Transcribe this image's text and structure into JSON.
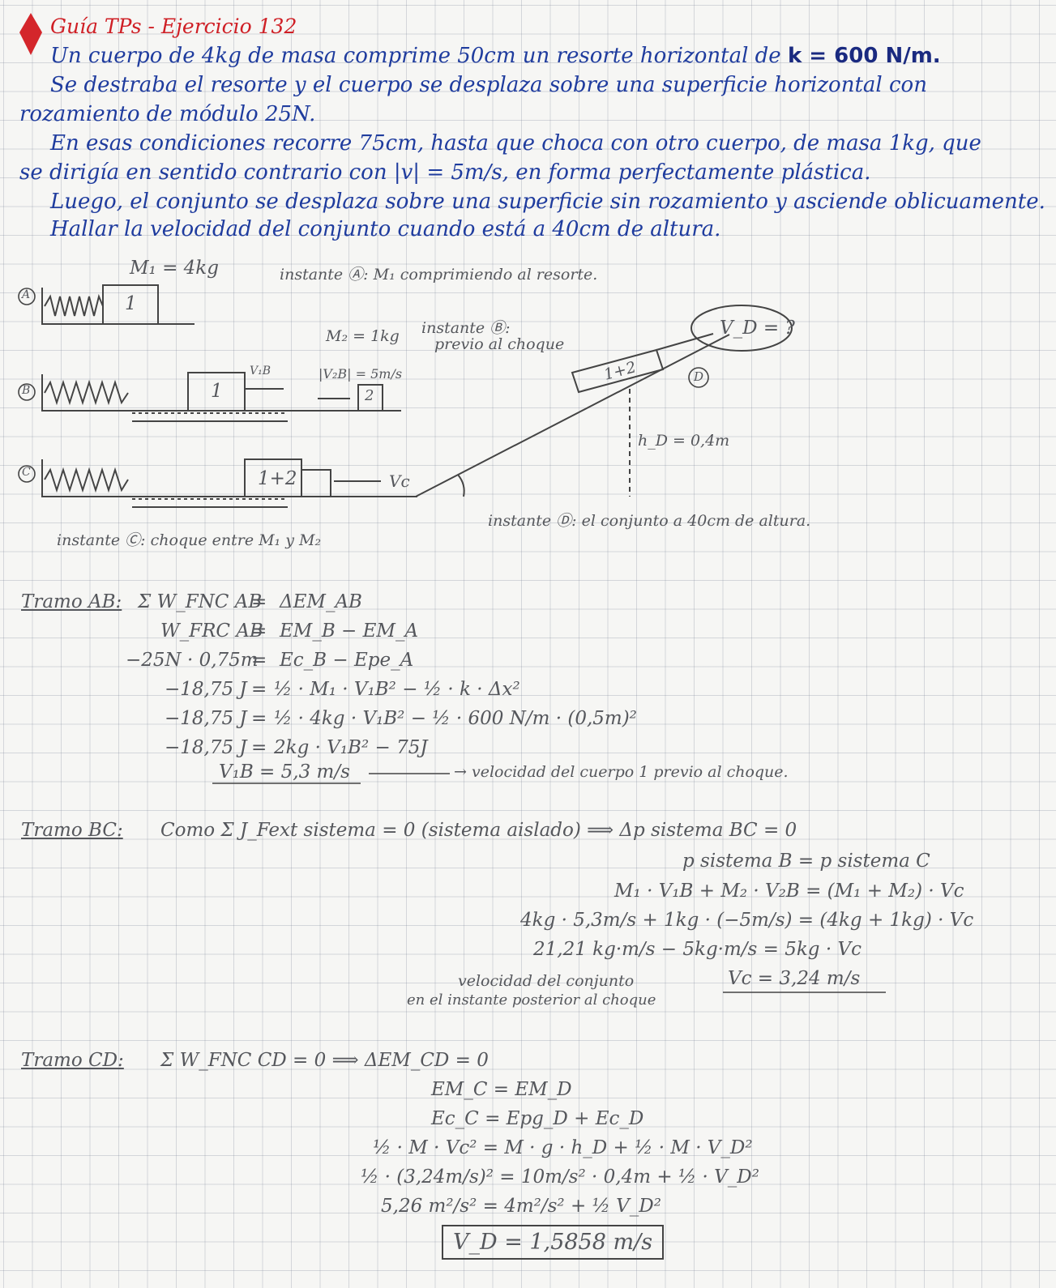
{
  "header": {
    "title": "Guía TPs - Ejercicio 132"
  },
  "enunciado": {
    "l1_a": "Un cuerpo de 4kg de masa comprime 50cm un resorte horizontal de ",
    "l1_b": "k = 600 N/m.",
    "l2": "Se destraba el resorte y el cuerpo se desplaza sobre una superficie horizontal con",
    "l3": "rozamiento de módulo 25N.",
    "l4": "En esas condiciones recorre 75cm, hasta que choca con otro cuerpo, de masa 1kg, que",
    "l5": "se dirigía en sentido contrario con |v| = 5m/s, en forma perfectamente plástica.",
    "l6": "Luego, el conjunto se desplaza sobre una superficie sin rozamiento y asciende oblicuamente.",
    "l7": "Hallar la velocidad del conjunto cuando está a 40cm de altura."
  },
  "diagram": {
    "m1": "M₁ = 4kg",
    "instA": "instante Ⓐ: M₁ comprimiendo al resorte.",
    "labelA": "A",
    "labelB": "B",
    "labelC": "C",
    "labelD": "D",
    "box1": "1",
    "box2": "2",
    "box12": "1+2",
    "m2": "M₂ = 1kg",
    "instB_1": "instante Ⓑ:",
    "instB_2": "previo al choque",
    "v1b": "V₁B",
    "v2b": "|V₂B| = 5m/s",
    "vc": "Vc",
    "vd": "V_D = ?",
    "hd": "h_D = 0,4m",
    "instD": "instante Ⓓ: el conjunto a 40cm de altura.",
    "instC": "instante Ⓒ: choque entre M₁ y M₂"
  },
  "tramoAB": {
    "title": "Tramo AB:",
    "rows": [
      [
        "Σ W_FNC AB",
        "=",
        "ΔEM_AB"
      ],
      [
        "W_FRC AB",
        "=",
        "EM_B − EM_A"
      ],
      [
        "−25N · 0,75m",
        "=",
        "Ec_B − Epe_A"
      ],
      [
        "−18,75 J",
        "=",
        "½ · M₁ · V₁B² − ½ · k · Δx²"
      ],
      [
        "−18,75 J",
        "=",
        "½ · 4kg · V₁B² − ½ · 600 N/m · (0,5m)²"
      ],
      [
        "−18,75 J",
        "=",
        "2kg · V₁B² − 75J"
      ]
    ],
    "result": "V₁B = 5,3 m/s",
    "note": "→ velocidad del cuerpo 1 previo al choque."
  },
  "tramoBC": {
    "title": "Tramo BC:",
    "line1": "Como Σ J_Fext sistema = 0 (sistema aislado)  ⟹  Δp sistema BC = 0",
    "l2": "p sistema B = p sistema C",
    "l3": "M₁ · V₁B + M₂ · V₂B = (M₁ + M₂) · Vc",
    "l4": "4kg · 5,3m/s + 1kg · (−5m/s) = (4kg + 1kg) · Vc",
    "l5": "21,21 kg·m/s − 5kg·m/s = 5kg · Vc",
    "result": "Vc = 3,24 m/s",
    "note1": "velocidad del conjunto",
    "note2": "en el instante posterior al choque"
  },
  "tramoCD": {
    "title": "Tramo CD:",
    "l1": "Σ W_FNC CD = 0  ⟹  ΔEM_CD = 0",
    "l2": "EM_C = EM_D",
    "l3": "Ec_C = Epg_D + Ec_D",
    "l4": "½ · M · Vc² = M · g · h_D + ½ · M · V_D²",
    "l5": "½ · (3,24m/s)² = 10m/s² · 0,4m + ½ · V_D²",
    "l6": "5,26 m²/s² = 4m²/s² + ½ V_D²",
    "result": "V_D = 1,5858 m/s"
  }
}
